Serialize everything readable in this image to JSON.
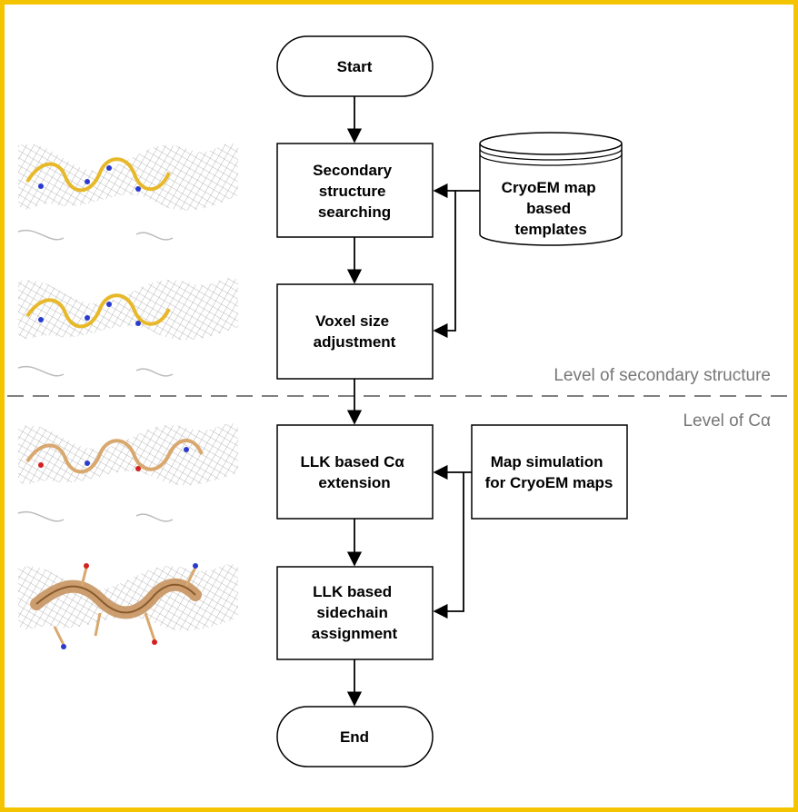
{
  "diagram": {
    "nodes": {
      "start": {
        "lines": [
          "Start"
        ]
      },
      "secondary_search": {
        "lines": [
          "Secondary",
          "structure",
          "searching"
        ]
      },
      "templates": {
        "lines": [
          "CryoEM map",
          "based",
          "templates"
        ]
      },
      "voxel": {
        "lines": [
          "Voxel size",
          "adjustment"
        ]
      },
      "llk_ca": {
        "lines": [
          "LLK based Cα",
          "extension"
        ]
      },
      "map_sim": {
        "lines": [
          "Map simulation",
          "for CryoEM maps"
        ]
      },
      "llk_side": {
        "lines": [
          "LLK based",
          "sidechain",
          "assignment"
        ]
      },
      "end": {
        "lines": [
          "End"
        ]
      }
    },
    "levels": {
      "secondary": "Level of secondary structure",
      "ca": "Level of Cα"
    }
  },
  "colors": {
    "border": "#f5c400",
    "line": "#000000",
    "divider": "#808080",
    "level_text": "#777777",
    "density_mesh": "#9a9a9a",
    "stick_yellow": "#e7b92a",
    "stick_tan": "#d9a86e",
    "helix_ribbon": "#c89560",
    "atom_n": "#2a3ad0",
    "atom_o": "#d42020"
  }
}
